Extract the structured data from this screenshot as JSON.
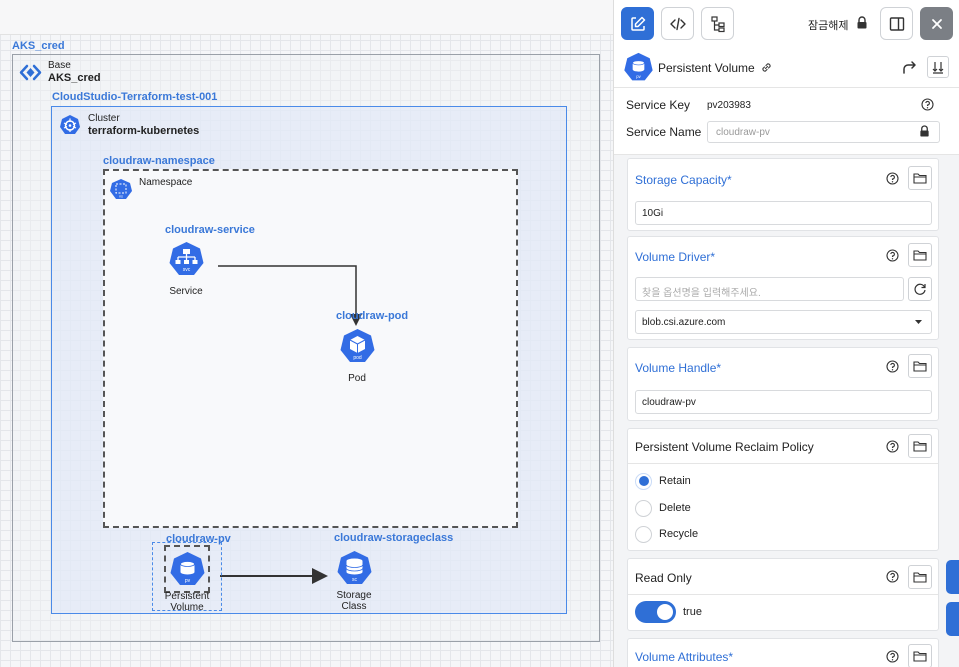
{
  "canvas": {
    "aks_title": "AKS_cred",
    "base": {
      "type_label": "Base",
      "name": "AKS_cred"
    },
    "cluster_group_title": "CloudStudio-Terraform-test-001",
    "cluster": {
      "type_label": "Cluster",
      "name": "terraform-kubernetes"
    },
    "namespace_group_title": "cloudraw-namespace",
    "namespace": {
      "type_label": "Namespace"
    },
    "service": {
      "title": "cloudraw-service",
      "label": "Service",
      "icon_text": "svc"
    },
    "pod": {
      "title": "cloudraw-pod",
      "label": "Pod",
      "icon_text": "pod"
    },
    "pv": {
      "title": "cloudraw-pv",
      "label_line1": "Persistent",
      "label_line2": "Volume",
      "icon_text": "pv"
    },
    "storage_class": {
      "title": "cloudraw-storageclass",
      "label_line1": "Storage",
      "label_line2": "Class",
      "icon_text": "sc"
    }
  },
  "panel": {
    "lock_text": "잠금해제",
    "header": {
      "title": "Persistent Volume",
      "icon_text": "pv"
    },
    "service_key_label": "Service Key",
    "service_key_value": "pv203983",
    "service_name_label": "Service Name",
    "service_name_value": "cloudraw-pv",
    "sections": {
      "storage_capacity": {
        "title": "Storage Capacity*",
        "value": "10Gi"
      },
      "volume_driver": {
        "title": "Volume Driver*",
        "placeholder": "찾을 옵션명을 입력해주세요.",
        "selected": "blob.csi.azure.com"
      },
      "volume_handle": {
        "title": "Volume Handle*",
        "value": "cloudraw-pv"
      },
      "reclaim_policy": {
        "title": "Persistent Volume Reclaim Policy",
        "options": [
          "Retain",
          "Delete",
          "Recycle"
        ],
        "selected": "Retain"
      },
      "read_only": {
        "title": "Read Only",
        "value": "true"
      },
      "volume_attributes": {
        "title": "Volume Attributes*"
      }
    }
  },
  "colors": {
    "accent": "#2f6fd6",
    "group_title": "#3a78d8",
    "k8s_blue": "#326ce5"
  }
}
